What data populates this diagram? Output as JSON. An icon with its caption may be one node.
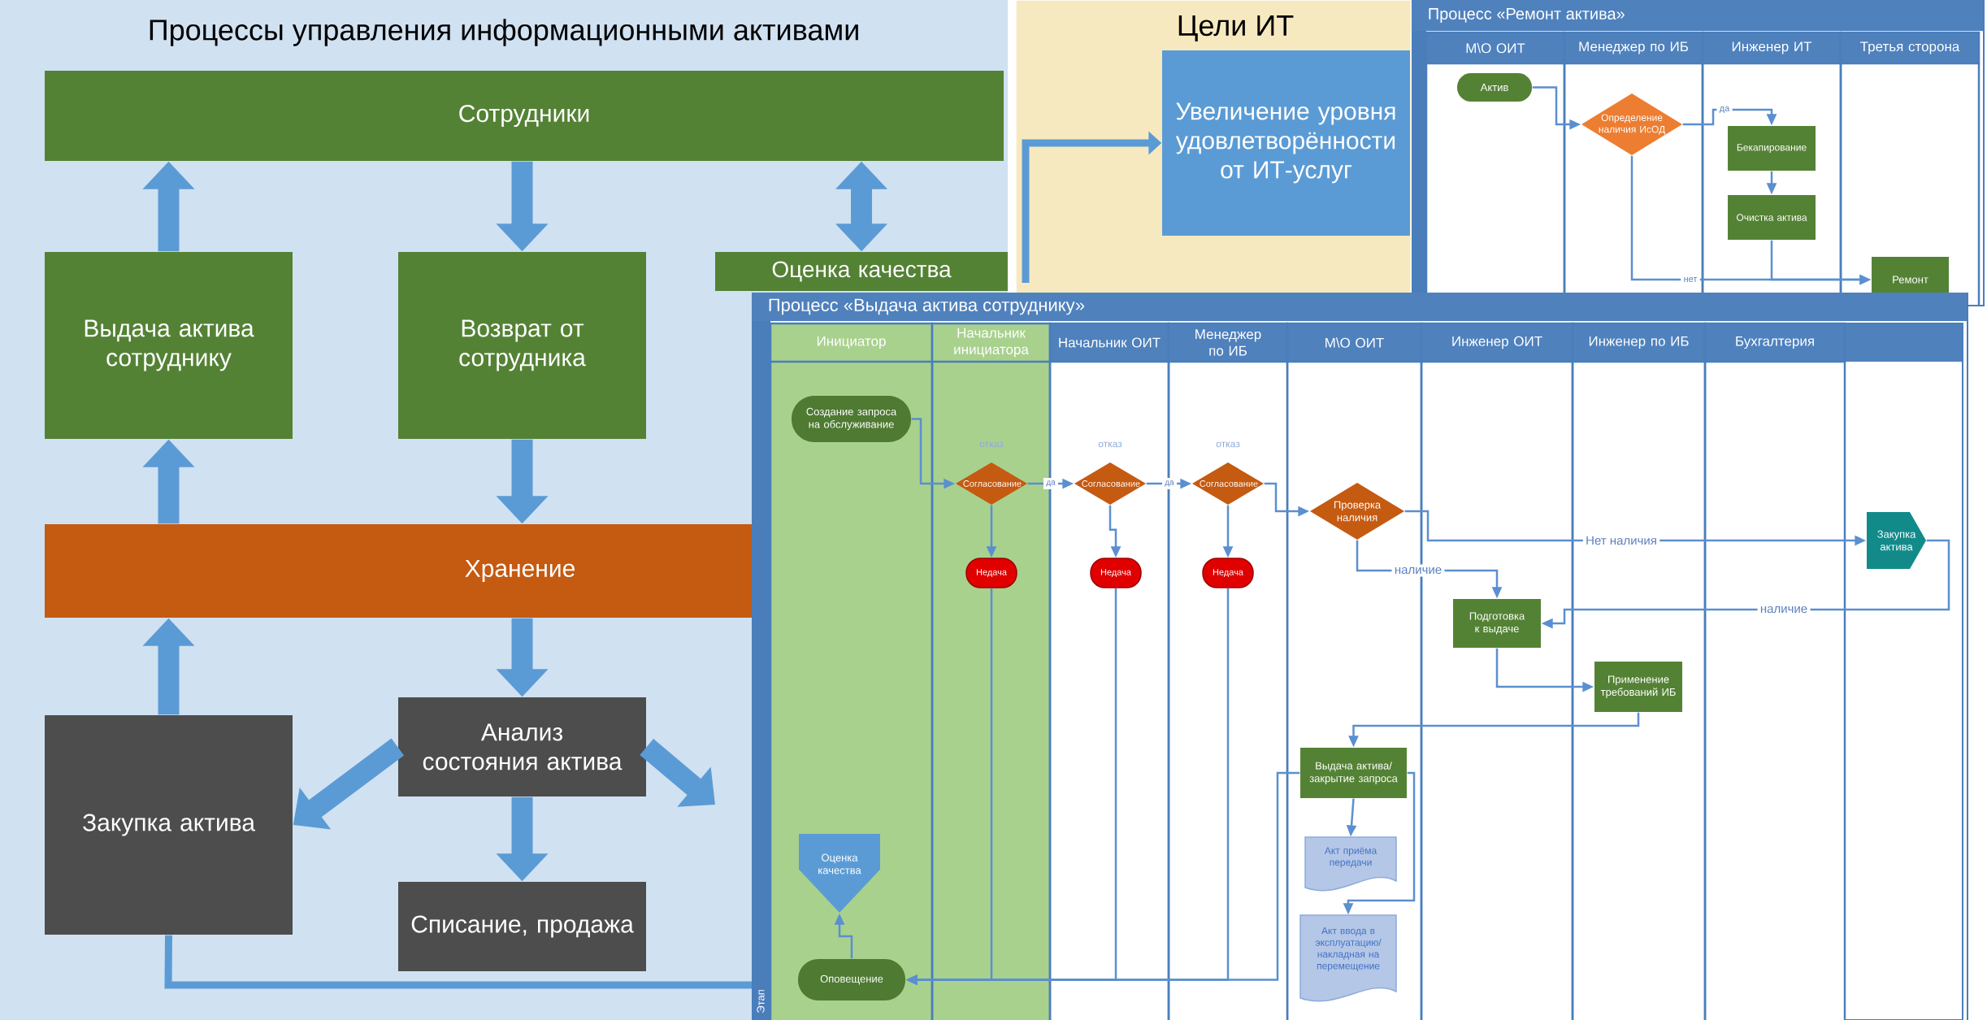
{
  "diagram": {
    "title": "Процессы управления информационными активами",
    "nodes": [
      {
        "text": [
          "Сотрудники"
        ]
      },
      {
        "text": [
          "Выдача актива сотруднику"
        ]
      },
      {
        "text": [
          "Возврат от сотрудника"
        ]
      },
      {
        "text": [
          "Оценка качества"
        ]
      },
      {
        "text": [
          "Хранение"
        ]
      },
      {
        "text": [
          "Закупка актива"
        ]
      },
      {
        "text": [
          "Анализ состояния актива"
        ]
      },
      {
        "text": [
          "Списание, продажа"
        ]
      },
      {
        "text": [
          "Цели ИТ"
        ]
      },
      {
        "text": [
          "Увеличение уровня удовлетворённости от ИТ-услуг"
        ],
        "in": 8
      },
      {
        "text": [
          "Процесс «Ремонт актива»"
        ]
      },
      {
        "text": [
          "М\\О ОИТ"
        ],
        "in": 10
      },
      {
        "text": [
          "Менеджер по ИБ"
        ],
        "in": 10
      },
      {
        "text": [
          "Инженер ИТ"
        ],
        "in": 10
      },
      {
        "text": [
          "Третья сторона"
        ],
        "in": 10
      },
      {
        "text": [
          "Актив"
        ],
        "in": 10
      },
      {
        "text": [
          "Определение наличия ИсОД"
        ],
        "in": 10
      },
      {
        "text": [
          "Бекапирование"
        ],
        "in": 10
      },
      {
        "text": [
          "Очистка актива"
        ],
        "in": 10
      },
      {
        "text": [
          "Ремонт"
        ],
        "in": 10
      },
      {
        "text": [
          "Процесс «Выдача актива сотруднику»"
        ]
      },
      {
        "text": [
          "Инициатор"
        ],
        "in": 20
      },
      {
        "text": [
          "Начальник инициатора"
        ],
        "in": 20
      },
      {
        "text": [
          "Начальник ОИТ"
        ],
        "in": 20
      },
      {
        "text": [
          "Менеджер по ИБ"
        ],
        "in": 20
      },
      {
        "text": [
          "М\\О ОИТ"
        ],
        "in": 20
      },
      {
        "text": [
          "Инженер ОИТ"
        ],
        "in": 20
      },
      {
        "text": [
          "Инженер по ИБ"
        ],
        "in": 20
      },
      {
        "text": [
          "Бухгалтерия"
        ],
        "in": 20
      },
      {
        "text": [
          "Создание запроса на обслуживание"
        ],
        "in": 20
      },
      {
        "text": [
          "Согласование"
        ],
        "in": 20
      },
      {
        "text": [
          "Согласование"
        ],
        "in": 20
      },
      {
        "text": [
          "Согласование"
        ],
        "in": 20
      },
      {
        "text": [
          "Недача"
        ],
        "in": 20
      },
      {
        "text": [
          "Недача"
        ],
        "in": 20
      },
      {
        "text": [
          "Недача"
        ],
        "in": 20
      },
      {
        "text": [
          "Проверка наличия"
        ],
        "in": 20
      },
      {
        "text": [
          "Закупка актива"
        ],
        "in": 20
      },
      {
        "text": [
          "Подготовка к выдаче"
        ],
        "in": 20
      },
      {
        "text": [
          "Применение требований ИБ"
        ],
        "in": 20
      },
      {
        "text": [
          "Выдача актива/ закрытие запроса"
        ],
        "in": 20
      },
      {
        "text": [
          "Акт приёма передачи"
        ],
        "in": 20
      },
      {
        "text": [
          "Акт ввода в эксплуатацию/ накладная на перемещение"
        ],
        "in": 20
      },
      {
        "text": [
          "Оценка качества"
        ],
        "in": 20
      },
      {
        "text": [
          "Оповещение"
        ],
        "in": 20
      }
    ],
    "edges": [
      {
        "from": 1,
        "to": 0,
        "arrow": "to",
        "style": "thick"
      },
      {
        "from": 0,
        "to": 2,
        "arrow": "to",
        "style": "thick"
      },
      {
        "from": 3,
        "to": 0,
        "arrow": "both",
        "style": "thick"
      },
      {
        "from": 4,
        "to": 1,
        "arrow": "to",
        "style": "thick"
      },
      {
        "from": 2,
        "to": 4,
        "arrow": "to",
        "style": "thick"
      },
      {
        "from": 4,
        "to": 6,
        "arrow": "to",
        "style": "thick"
      },
      {
        "from": 5,
        "to": 4,
        "arrow": "to",
        "style": "thick"
      },
      {
        "from": 6,
        "to": 5,
        "arrow": "to",
        "style": "thick"
      },
      {
        "from": 6,
        "to": null,
        "arrow": "to",
        "style": "thick"
      },
      {
        "from": 6,
        "to": 7,
        "arrow": "to",
        "style": "thick"
      },
      {
        "from": 5,
        "to": 20,
        "arrow": "none",
        "style": "thick"
      },
      {
        "from": 15,
        "to": 16,
        "arrow": "to"
      },
      {
        "from": 16,
        "to": 17,
        "arrow": "to",
        "label": "да"
      },
      {
        "from": 17,
        "to": 18,
        "arrow": "to"
      },
      {
        "from": 16,
        "to": 19,
        "arrow": "to",
        "label": "нет"
      },
      {
        "from": 18,
        "to": 19,
        "arrow": "to"
      },
      {
        "from": 29,
        "to": 30,
        "arrow": "to"
      },
      {
        "from": 30,
        "to": 31,
        "arrow": "to",
        "label": "да"
      },
      {
        "from": 31,
        "to": 32,
        "arrow": "to",
        "label": "да"
      },
      {
        "from": 32,
        "to": 36,
        "arrow": "to"
      },
      {
        "from": 30,
        "to": 33,
        "arrow": "to"
      },
      {
        "from": 31,
        "to": 34,
        "arrow": "to"
      },
      {
        "from": 32,
        "to": 35,
        "arrow": "to"
      },
      {
        "from": 33,
        "to": 44,
        "arrow": "to"
      },
      {
        "from": 34,
        "to": 44,
        "arrow": "to"
      },
      {
        "from": 35,
        "to": 44,
        "arrow": "to"
      },
      {
        "from": 40,
        "to": 44,
        "arrow": "to"
      },
      {
        "from": 36,
        "to": 37,
        "arrow": "to",
        "label": "Нет наличия"
      },
      {
        "from": 36,
        "to": 38,
        "arrow": "to",
        "label": "наличие"
      },
      {
        "from": 37,
        "to": 38,
        "arrow": "to",
        "label": "наличие"
      },
      {
        "from": 38,
        "to": 39,
        "arrow": "to"
      },
      {
        "from": 39,
        "to": 40,
        "arrow": "to"
      },
      {
        "from": 40,
        "to": 41,
        "arrow": "to"
      },
      {
        "from": 40,
        "to": 42,
        "arrow": "to"
      },
      {
        "from": 44,
        "to": 43,
        "arrow": "to"
      },
      {
        "from": null,
        "to": 9,
        "arrow": "to",
        "style": "thick"
      }
    ],
    "labels": [
      "отказ",
      "отказ",
      "отказ",
      "Этап"
    ]
  }
}
